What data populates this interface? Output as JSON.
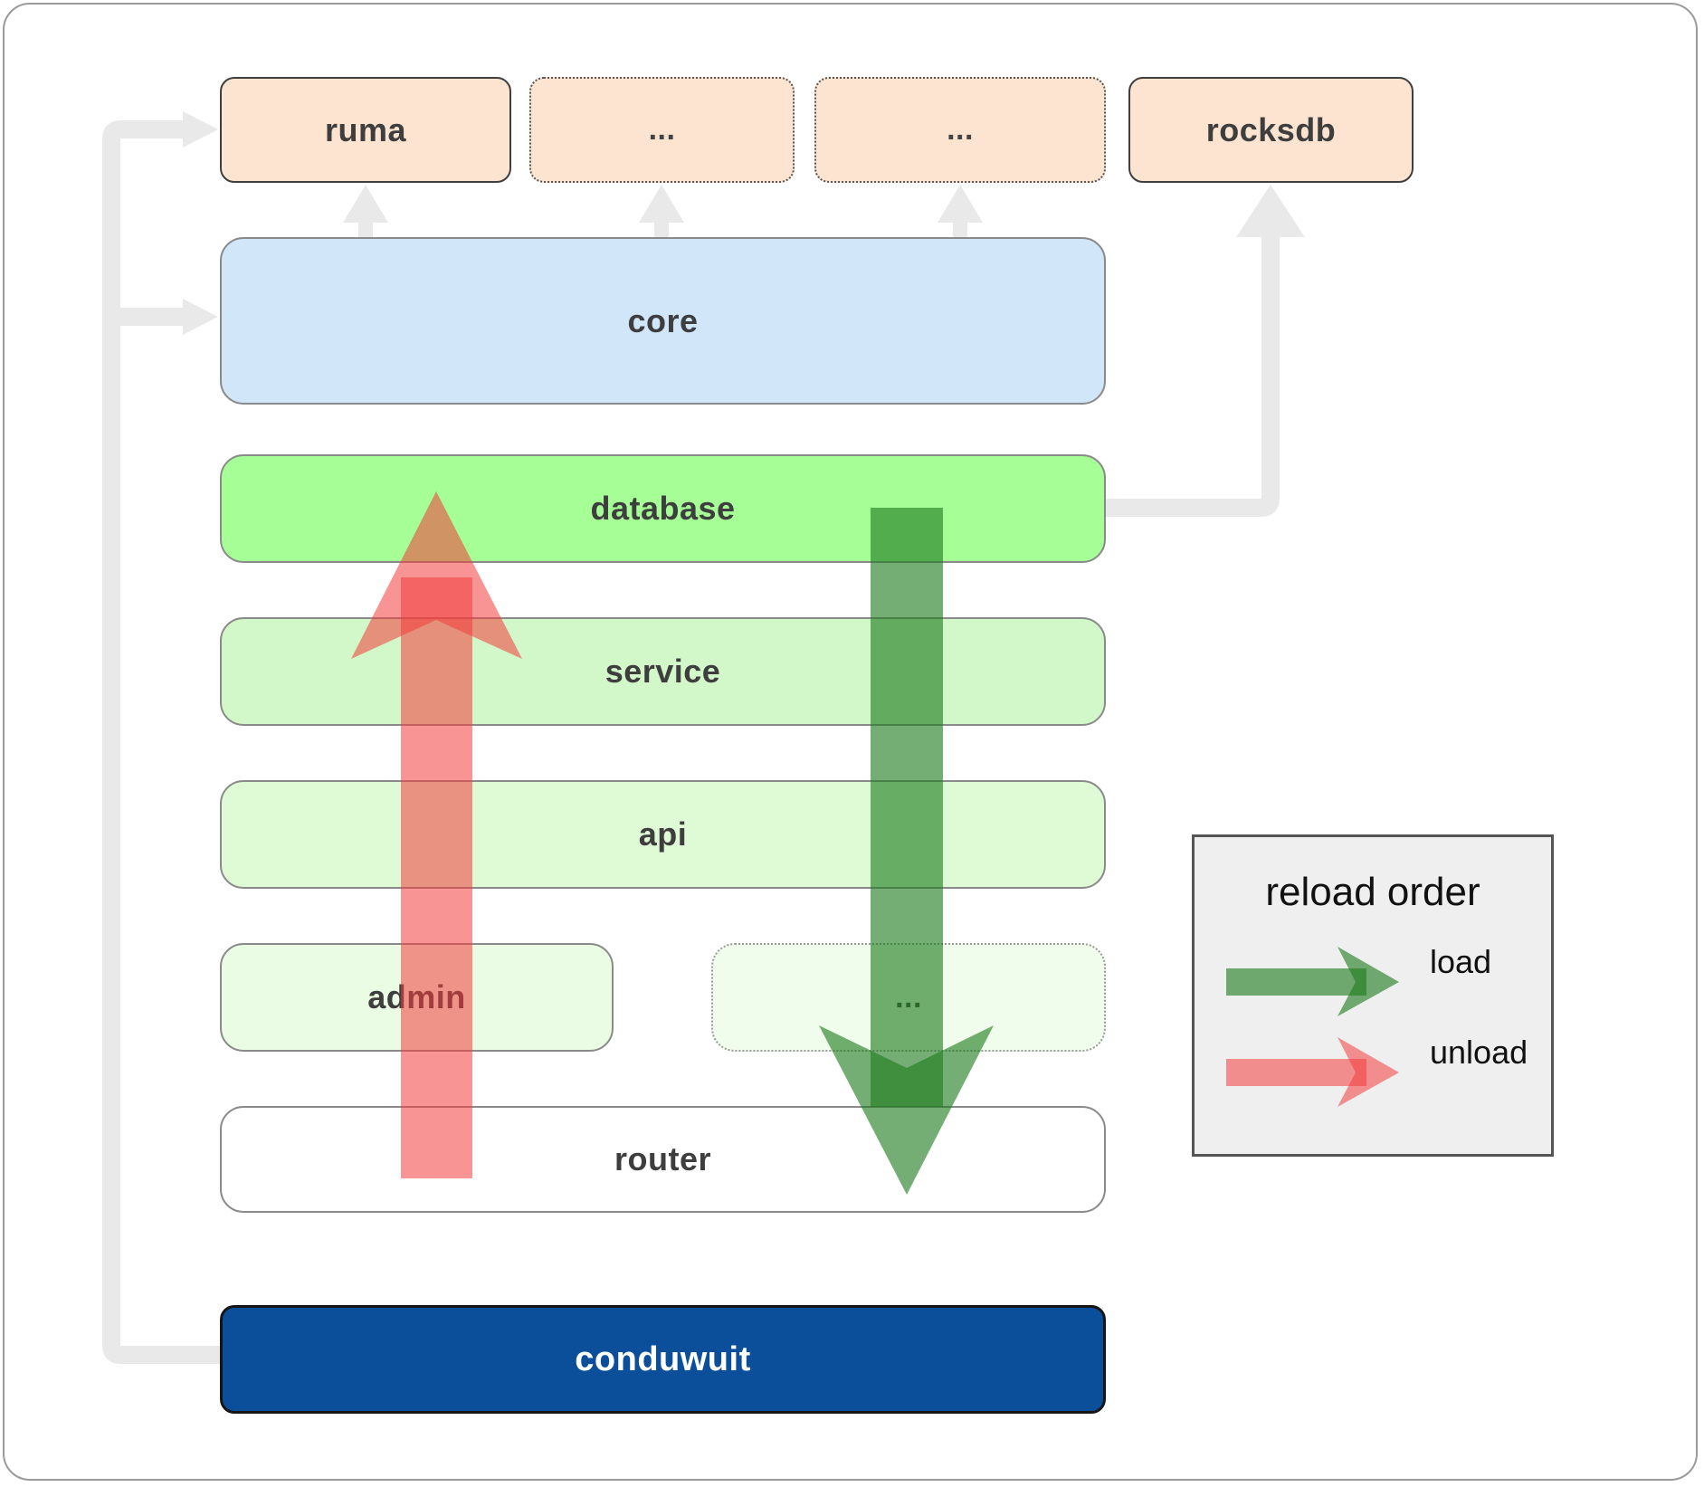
{
  "boxes": {
    "ruma": {
      "label": "ruma"
    },
    "ellipsis1": {
      "label": "..."
    },
    "ellipsis2": {
      "label": "..."
    },
    "rocksdb": {
      "label": "rocksdb"
    },
    "core": {
      "label": "core"
    },
    "database": {
      "label": "database"
    },
    "service": {
      "label": "service"
    },
    "api": {
      "label": "api"
    },
    "admin": {
      "label": "admin"
    },
    "ellipsis3": {
      "label": "..."
    },
    "router": {
      "label": "router"
    },
    "conduwuit": {
      "label": "conduwuit"
    }
  },
  "legend": {
    "title": "reload order",
    "load_label": "load",
    "unload_label": "unload"
  },
  "colors": {
    "peach_fill": "#fce4d1",
    "solid_box_border": "#3f3f3f",
    "dotted_box_border": "#555555",
    "core_fill": "#d2e6fa",
    "layer_border": "#8a8a8a",
    "database_fill": "#a6fe96",
    "service_fill": "#d2f7c8",
    "api_fill": "#dffbd6",
    "admin_fill": "#eafce4",
    "ellipsis_row_fill": "#f1fdec",
    "ellipsis_row_border": "#9a9a9a",
    "router_fill": "#ffffff",
    "conduwuit_fill": "#0b4e9a",
    "conduwuit_text": "#ffffff",
    "connector": "#e9e9e9",
    "load_arrow": "#1e7d1e",
    "unload_arrow": "#f23c3c",
    "label_color": "#3e3e3e",
    "legend_bg": "#efefef",
    "legend_border": "#555555"
  }
}
